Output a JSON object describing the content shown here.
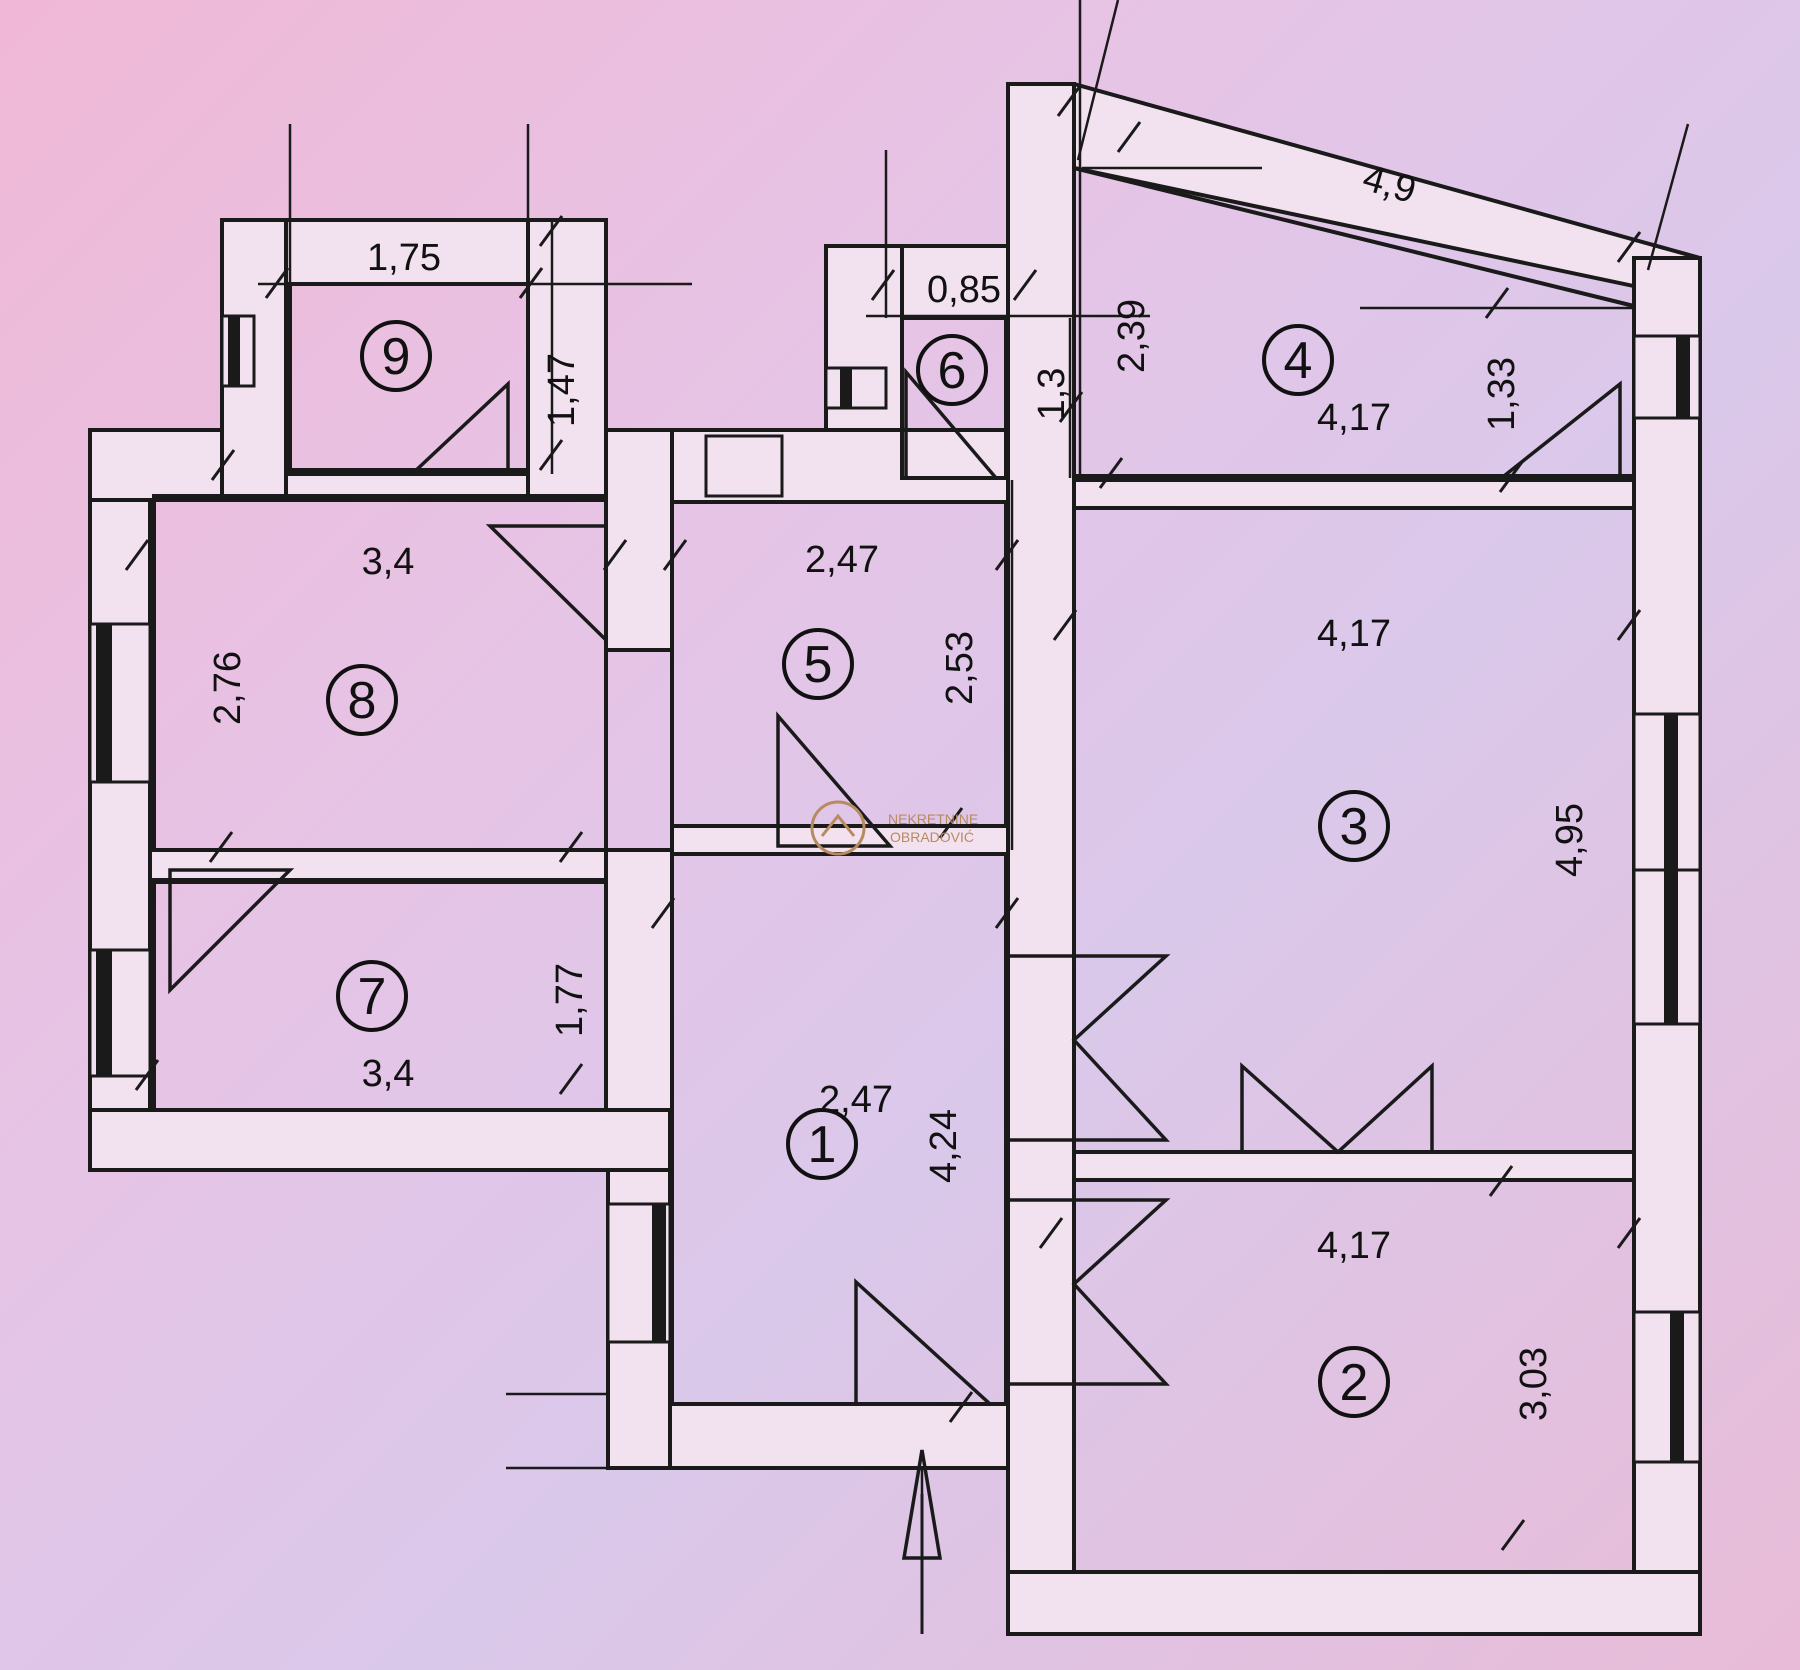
{
  "rooms": [
    {
      "number": "1",
      "width": "2,47",
      "length": "4,24"
    },
    {
      "number": "2",
      "width": "4,17",
      "length": "3,03"
    },
    {
      "number": "3",
      "width": "4,17",
      "length": "4,95"
    },
    {
      "number": "4",
      "width": "4,17",
      "length": "2,39",
      "extra_1": "1,33",
      "extra_2": "4,9"
    },
    {
      "number": "5",
      "width": "2,47",
      "length": "2,53"
    },
    {
      "number": "6",
      "width": "0,85",
      "length": "1,3"
    },
    {
      "number": "7",
      "width": "3,4",
      "length": "1,77"
    },
    {
      "number": "8",
      "width": "3,4",
      "length": "2,76"
    },
    {
      "number": "9",
      "width": "1,75",
      "length": "1,47"
    }
  ],
  "watermark": {
    "line1": "NEKRETNINE",
    "line2": "OBRADOVIĆ"
  },
  "colors": {
    "ink": "#1a1a1a",
    "wall_fill": "#f2e2f0",
    "watermark": "#b88a60"
  }
}
